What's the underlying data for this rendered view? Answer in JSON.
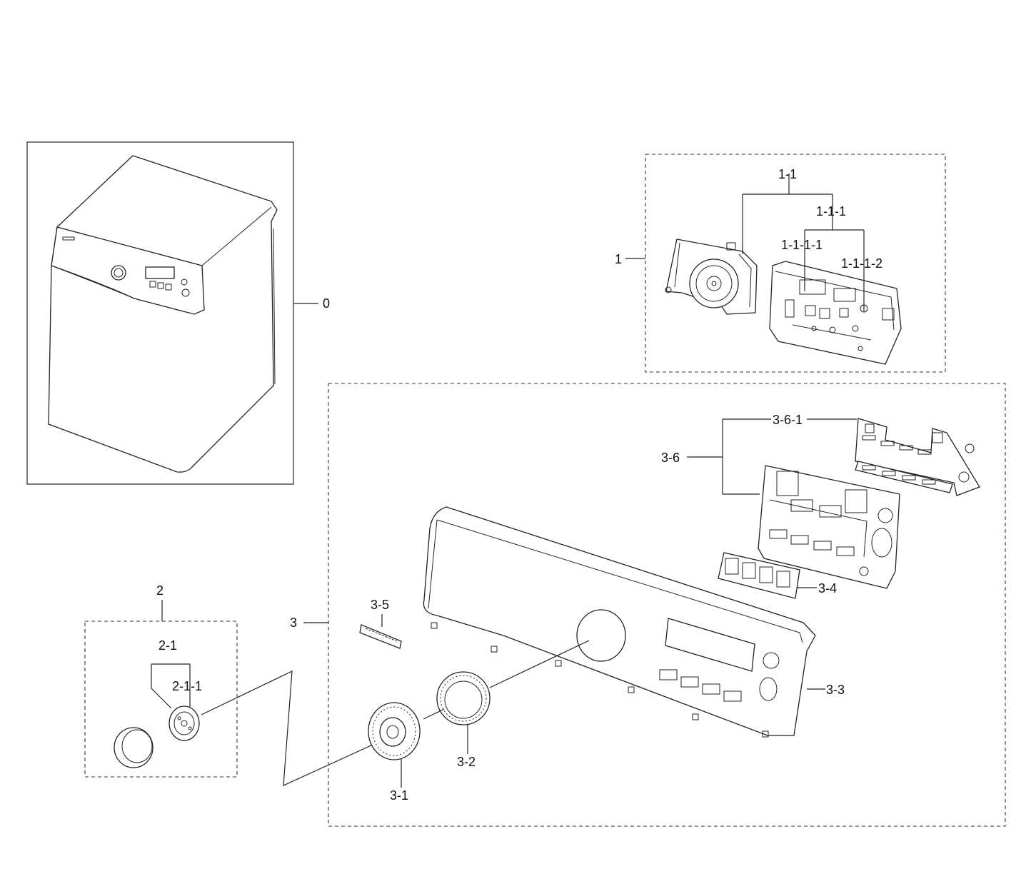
{
  "labels": {
    "p0": "0",
    "p1": "1",
    "p1_1": "1-1",
    "p1_1_1": "1-1-1",
    "p1_1_1_1": "1-1-1-1",
    "p1_1_1_2": "1-1-1-2",
    "p2": "2",
    "p2_1": "2-1",
    "p2_1_1": "2-1-1",
    "p3": "3",
    "p3_1": "3-1",
    "p3_2": "3-2",
    "p3_3": "3-3",
    "p3_4": "3-4",
    "p3_5": "3-5",
    "p3_6": "3-6",
    "p3_6_1": "3-6-1"
  },
  "colors": {
    "line": "#222222",
    "background": "#ffffff"
  }
}
